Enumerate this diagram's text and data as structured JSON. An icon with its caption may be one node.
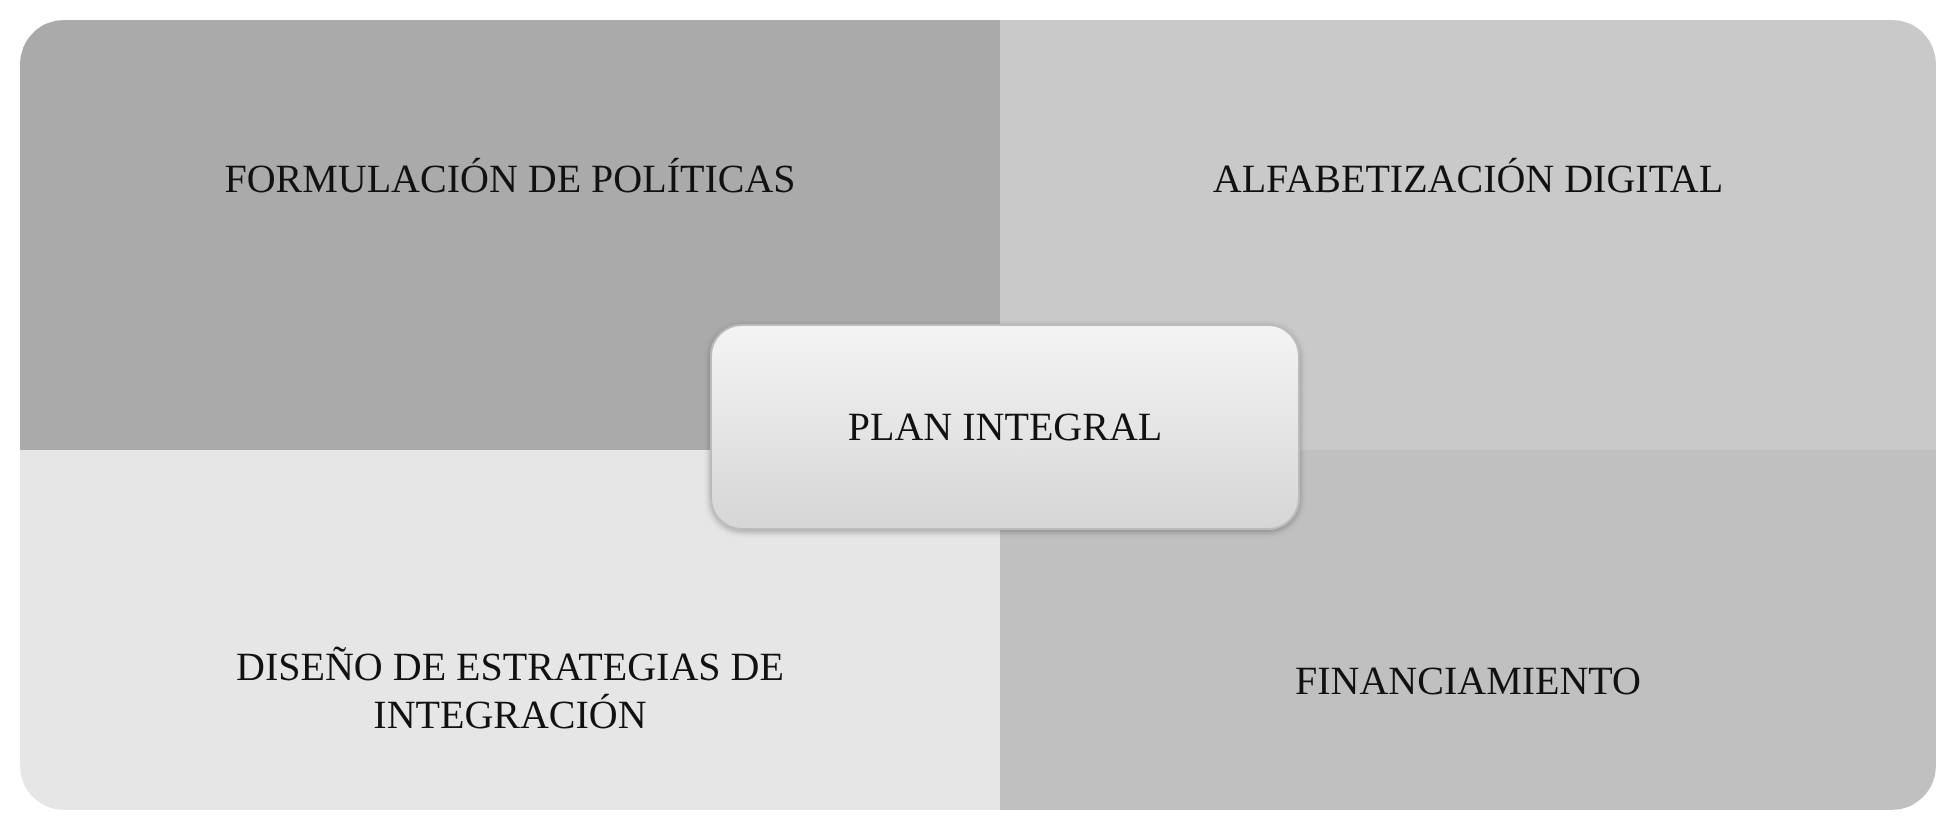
{
  "diagram": {
    "nodes": [
      {
        "text": [
          "FORMULACIÓN DE POLÍTICAS"
        ]
      },
      {
        "text": [
          "ALFABETIZACIÓN DIGITAL"
        ]
      },
      {
        "text": [
          "PLAN INTEGRAL"
        ]
      },
      {
        "text": [
          "DISEÑO DE ESTRATEGIAS DE INTEGRACIÓN"
        ]
      },
      {
        "text": [
          "FINANCIAMIENTO"
        ]
      }
    ]
  }
}
